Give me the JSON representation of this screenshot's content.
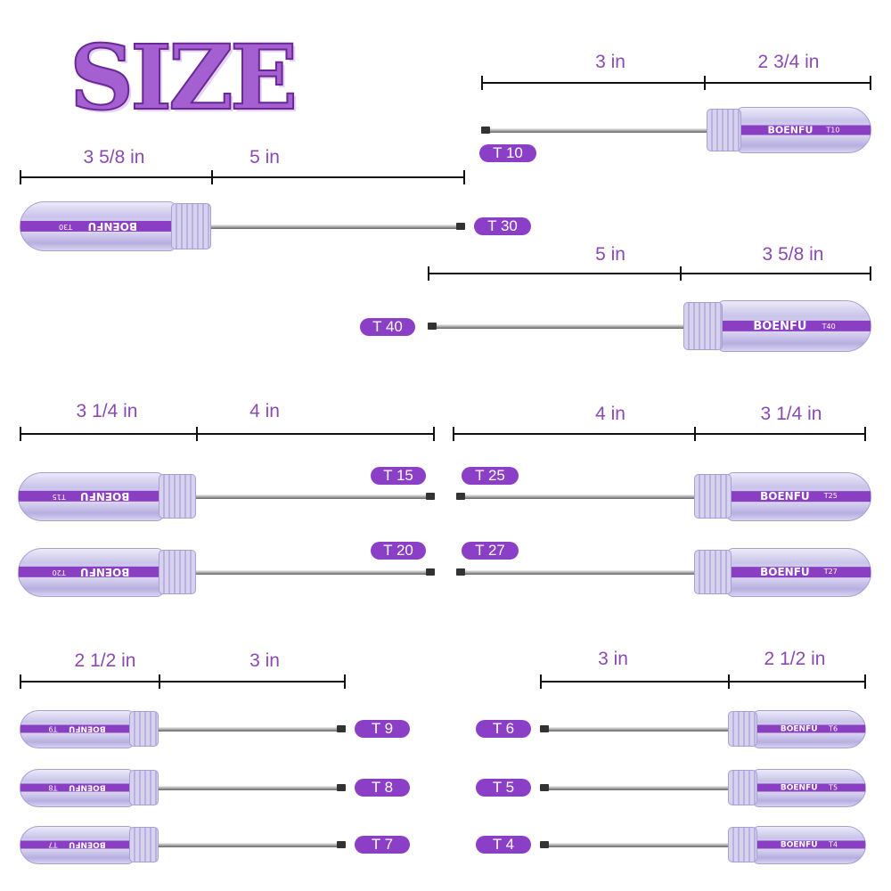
{
  "title": "SIZE",
  "brand": "BOENFU",
  "colors": {
    "accent": "#8b3fc7",
    "dimension_text": "#8a4bb0"
  },
  "groups": [
    {
      "id": "t10",
      "dims": [
        "3 in",
        "2 3/4 in"
      ]
    },
    {
      "id": "t30",
      "dims": [
        "3 5/8 in",
        "5 in"
      ]
    },
    {
      "id": "t40",
      "dims": [
        "5 in",
        "3 5/8 in"
      ]
    },
    {
      "id": "left-mid",
      "dims": [
        "3 1/4 in",
        "4 in"
      ]
    },
    {
      "id": "right-mid",
      "dims": [
        "4 in",
        "3 1/4 in"
      ]
    },
    {
      "id": "left-small",
      "dims": [
        "2 1/2 in",
        "3 in"
      ]
    },
    {
      "id": "right-small",
      "dims": [
        "3 in",
        "2 1/2 in"
      ]
    }
  ],
  "tools": [
    {
      "label": "T 10",
      "mark": "T10"
    },
    {
      "label": "T 30",
      "mark": "T30"
    },
    {
      "label": "T 40",
      "mark": "T40"
    },
    {
      "label": "T 15",
      "mark": "T15"
    },
    {
      "label": "T 20",
      "mark": "T20"
    },
    {
      "label": "T 25",
      "mark": "T25"
    },
    {
      "label": "T 27",
      "mark": "T27"
    },
    {
      "label": "T 9",
      "mark": "T9"
    },
    {
      "label": "T 8",
      "mark": "T8"
    },
    {
      "label": "T 7",
      "mark": "T7"
    },
    {
      "label": "T 6",
      "mark": "T6"
    },
    {
      "label": "T 5",
      "mark": "T5"
    },
    {
      "label": "T 4",
      "mark": "T4"
    }
  ]
}
